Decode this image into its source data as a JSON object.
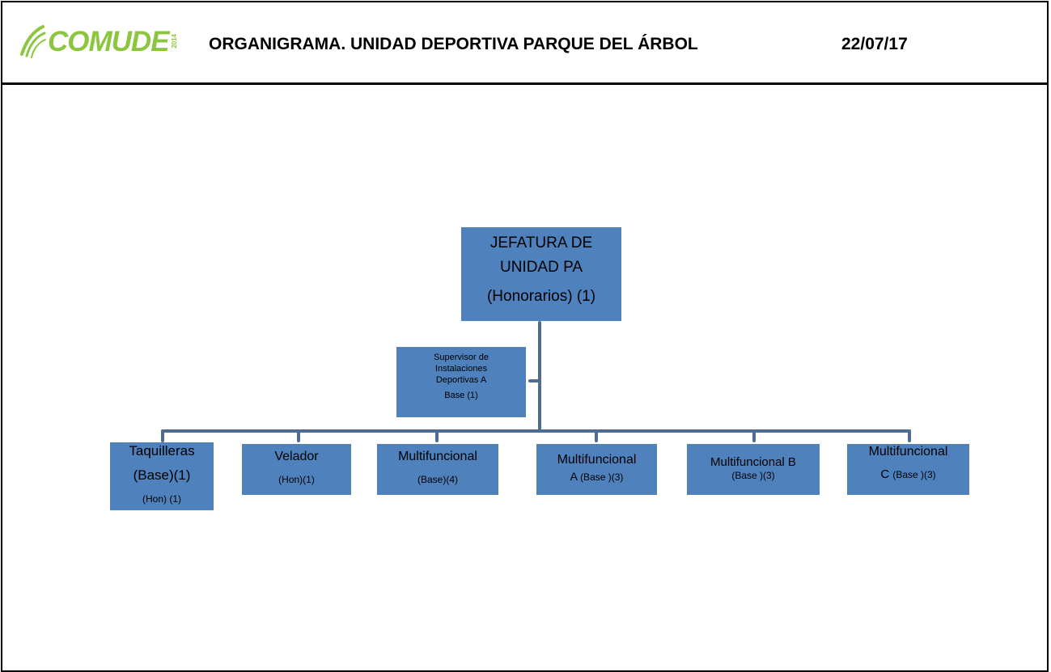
{
  "header": {
    "logo_text": "COMUDE",
    "logo_year": "2014",
    "title": "ORGANIGRAMA. UNIDAD DEPORTIVA PARQUE DEL ÁRBOL",
    "date": "22/07/17"
  },
  "colors": {
    "box_fill": "#4f81bd",
    "connector": "#4f6d94",
    "logo_green": "#8cc63f"
  },
  "org": {
    "root": {
      "line1": "JEFATURA DE",
      "line2": "UNIDAD PA",
      "line3": "(Honorarios) (1)"
    },
    "assistant": {
      "line1": "Supervisor de",
      "line2": "Instalaciones",
      "line3": "Deportivas A",
      "line4": "Base (1)"
    },
    "children": [
      {
        "line1": "Taquilleras",
        "line2": "(Base)(1)",
        "line3": "(Hon) (1)"
      },
      {
        "line1": "Velador",
        "line2": "(Hon)(1)"
      },
      {
        "line1": "Multifuncional",
        "line2": "(Base)(4)"
      },
      {
        "line1": "Multifuncional",
        "line2a": "A",
        "line2b": "(Base )(3)"
      },
      {
        "line1": "Multifuncional B",
        "line2": "(Base )(3)"
      },
      {
        "line1": "Multifuncional",
        "line2a": "C",
        "line2b": "(Base )(3)"
      }
    ]
  }
}
